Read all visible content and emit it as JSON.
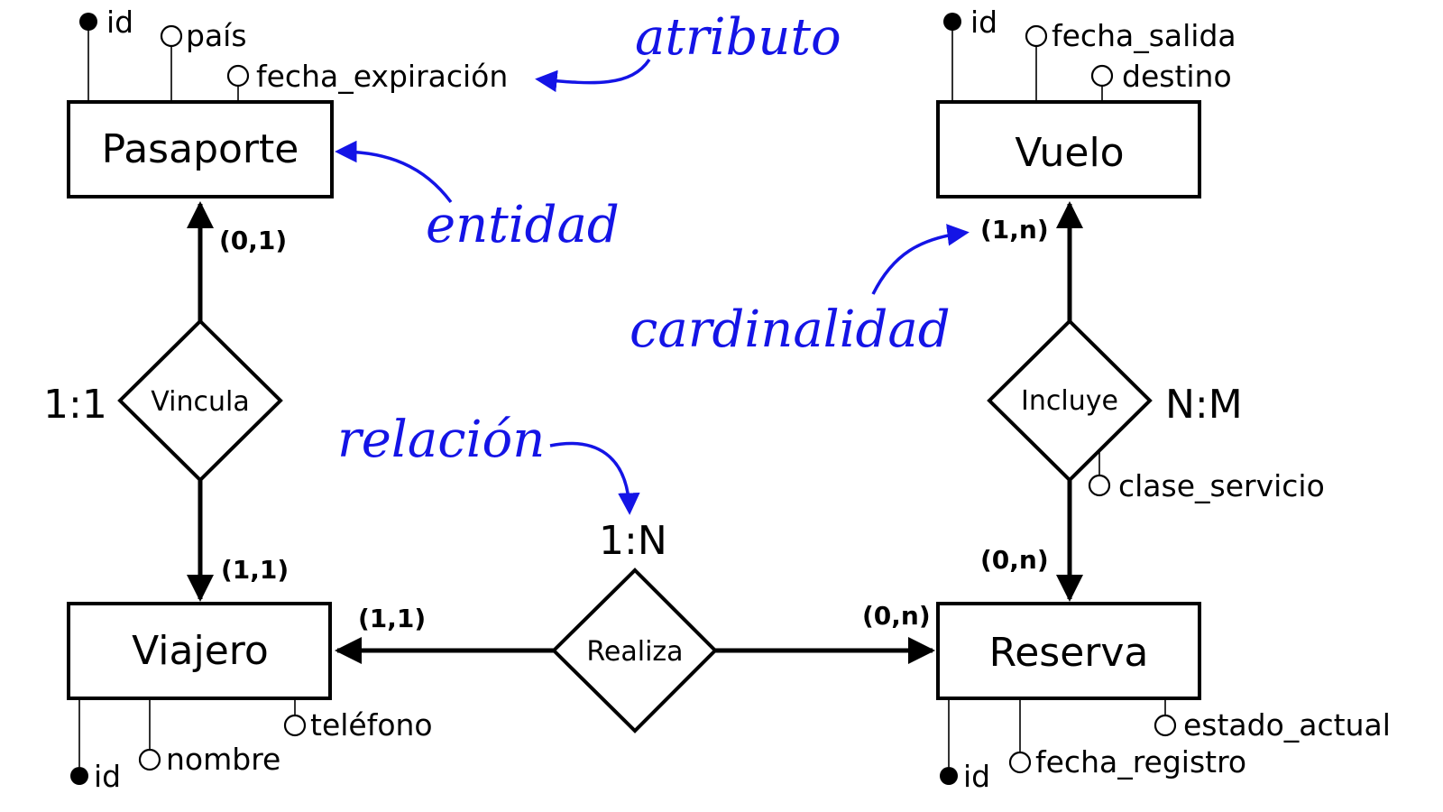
{
  "entities": {
    "pasaporte": {
      "name": "Pasaporte",
      "attributes": {
        "id": "id",
        "pais": "país",
        "fecha_expiracion": "fecha_expiración"
      }
    },
    "vuelo": {
      "name": "Vuelo",
      "attributes": {
        "id": "id",
        "fecha_salida": "fecha_salida",
        "destino": "destino"
      }
    },
    "viajero": {
      "name": "Viajero",
      "attributes": {
        "id": "id",
        "nombre": "nombre",
        "telefono": "teléfono"
      }
    },
    "reserva": {
      "name": "Reserva",
      "attributes": {
        "id": "id",
        "fecha_registro": "fecha_registro",
        "estado_actual": "estado_actual"
      }
    }
  },
  "relationships": {
    "vincula": {
      "name": "Vincula",
      "type": "1:1",
      "card_pasaporte": "(0,1)",
      "card_viajero": "(1,1)"
    },
    "incluye": {
      "name": "Incluye",
      "type": "N:M",
      "card_vuelo": "(1,n)",
      "card_reserva": "(0,n)",
      "attribute": "clase_servicio"
    },
    "realiza": {
      "name": "Realiza",
      "type": "1:N",
      "card_viajero": "(1,1)",
      "card_reserva": "(0,n)"
    }
  },
  "annotations": {
    "atributo": "atributo",
    "entidad": "entidad",
    "cardinalidad": "cardinalidad",
    "relacion": "relación"
  },
  "colors": {
    "annotation": "#1414e6",
    "line": "#000000",
    "background": "#ffffff"
  }
}
